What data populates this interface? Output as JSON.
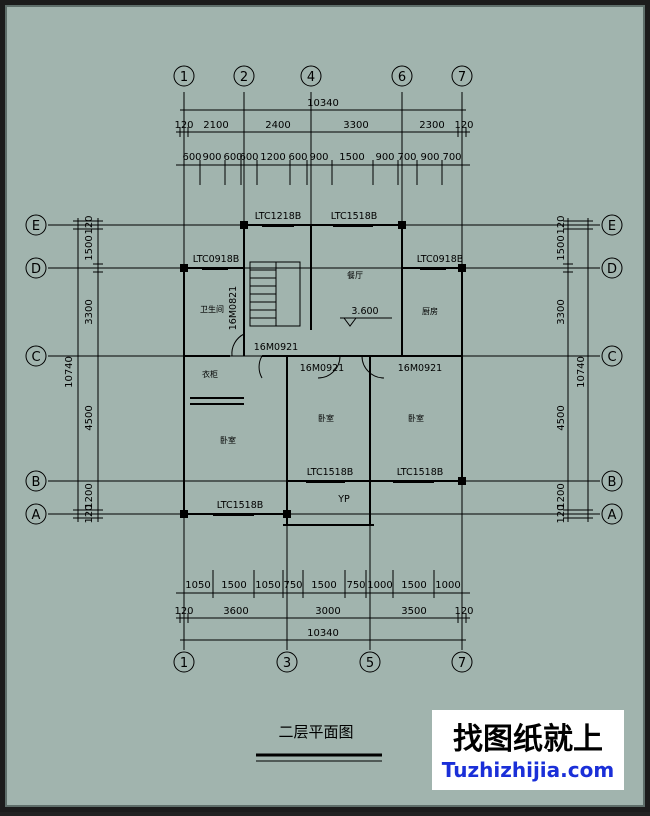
{
  "title": "二层平面图",
  "watermark": {
    "brand": "找图纸就上",
    "url": "Tuzhizhijia.com"
  },
  "axes_top": [
    "1",
    "2",
    "4",
    "6",
    "7"
  ],
  "axes_bottom": [
    "1",
    "3",
    "5",
    "7"
  ],
  "axes_rows": [
    "E",
    "D",
    "C",
    "B",
    "A"
  ],
  "top_dims": {
    "total": "10340",
    "row2": [
      "120",
      "2100",
      "2400",
      "3300",
      "2300",
      "120"
    ],
    "row3": [
      "600",
      "900",
      "600",
      "600",
      "1200",
      "600",
      "900",
      "1500",
      "900",
      "700",
      "900",
      "700"
    ]
  },
  "bottom_dims": {
    "total": "10340",
    "row2": [
      "120",
      "3600",
      "3000",
      "3500",
      "120"
    ],
    "row1": [
      "1050",
      "1500",
      "1050",
      "750",
      "1500",
      "750",
      "1000",
      "1500",
      "1000"
    ]
  },
  "side_dims": {
    "total": "10740",
    "segments": [
      "1500",
      "120",
      "3300",
      "4500",
      "1200",
      "120"
    ]
  },
  "rooms": {
    "bathroom": "卫生间",
    "dining": "餐厅",
    "kitchen": "厨房",
    "wardrobe": "衣柜",
    "bedroom": "卧室",
    "balcony": "YP"
  },
  "level_mark": "3.600",
  "openings": {
    "win_top_mid": "LTC1218B",
    "win_top_right": "LTC1518B",
    "win_left": "LTC0918B",
    "win_right": "LTC0918B",
    "door_bath": "16M0821",
    "door_hall": "16M0921",
    "door_bed2": "16M0921",
    "door_bed3": "16M0921",
    "win_bed2": "LTC1518B",
    "win_bed3": "LTC1518B",
    "win_bed1": "LTC1518B"
  },
  "colors": {
    "paper": "#a1b4ae",
    "frame": "#5e6e6a",
    "line": "#000000",
    "watermark_url": "#1a2fd8"
  }
}
